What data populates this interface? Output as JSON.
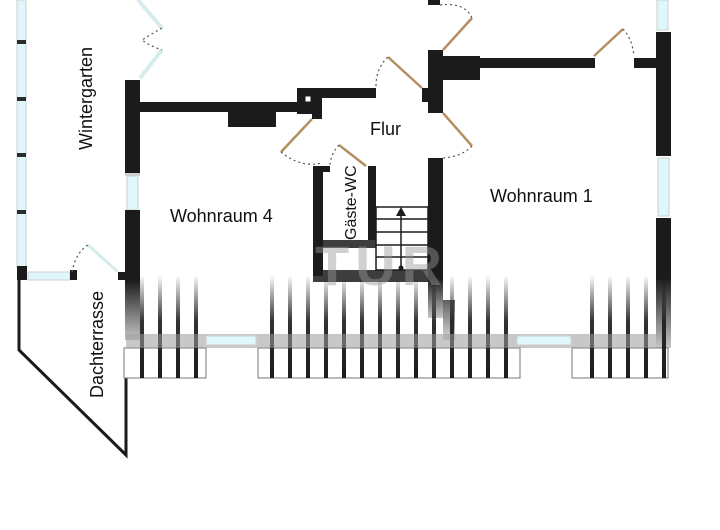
{
  "plan": {
    "title": "Grundriss Dachgeschoss",
    "watermark": "TUR",
    "rooms": [
      {
        "id": "wintergarten",
        "label": "Wintergarten",
        "orientation": "vertical"
      },
      {
        "id": "flur",
        "label": "Flur",
        "orientation": "horizontal"
      },
      {
        "id": "wohnraum-4",
        "label": "Wohnraum 4",
        "orientation": "horizontal"
      },
      {
        "id": "wohnraum-1",
        "label": "Wohnraum 1",
        "orientation": "horizontal"
      },
      {
        "id": "gaeste-wc",
        "label": "Gäste-WC",
        "orientation": "vertical"
      },
      {
        "id": "dachterrasse",
        "label": "Dachterrasse",
        "orientation": "vertical"
      }
    ],
    "colors": {
      "wall": "#1b1b1b",
      "window_glass": "#dff6fa",
      "window_frame": "#c9c9c9",
      "door_leaf": "#b58e62",
      "door_arc": "#555555",
      "background": "#ffffff",
      "watermark": "#9a9a9a"
    },
    "elements": {
      "staircase_direction": "up",
      "door_count": 7,
      "window_count": 9
    }
  }
}
